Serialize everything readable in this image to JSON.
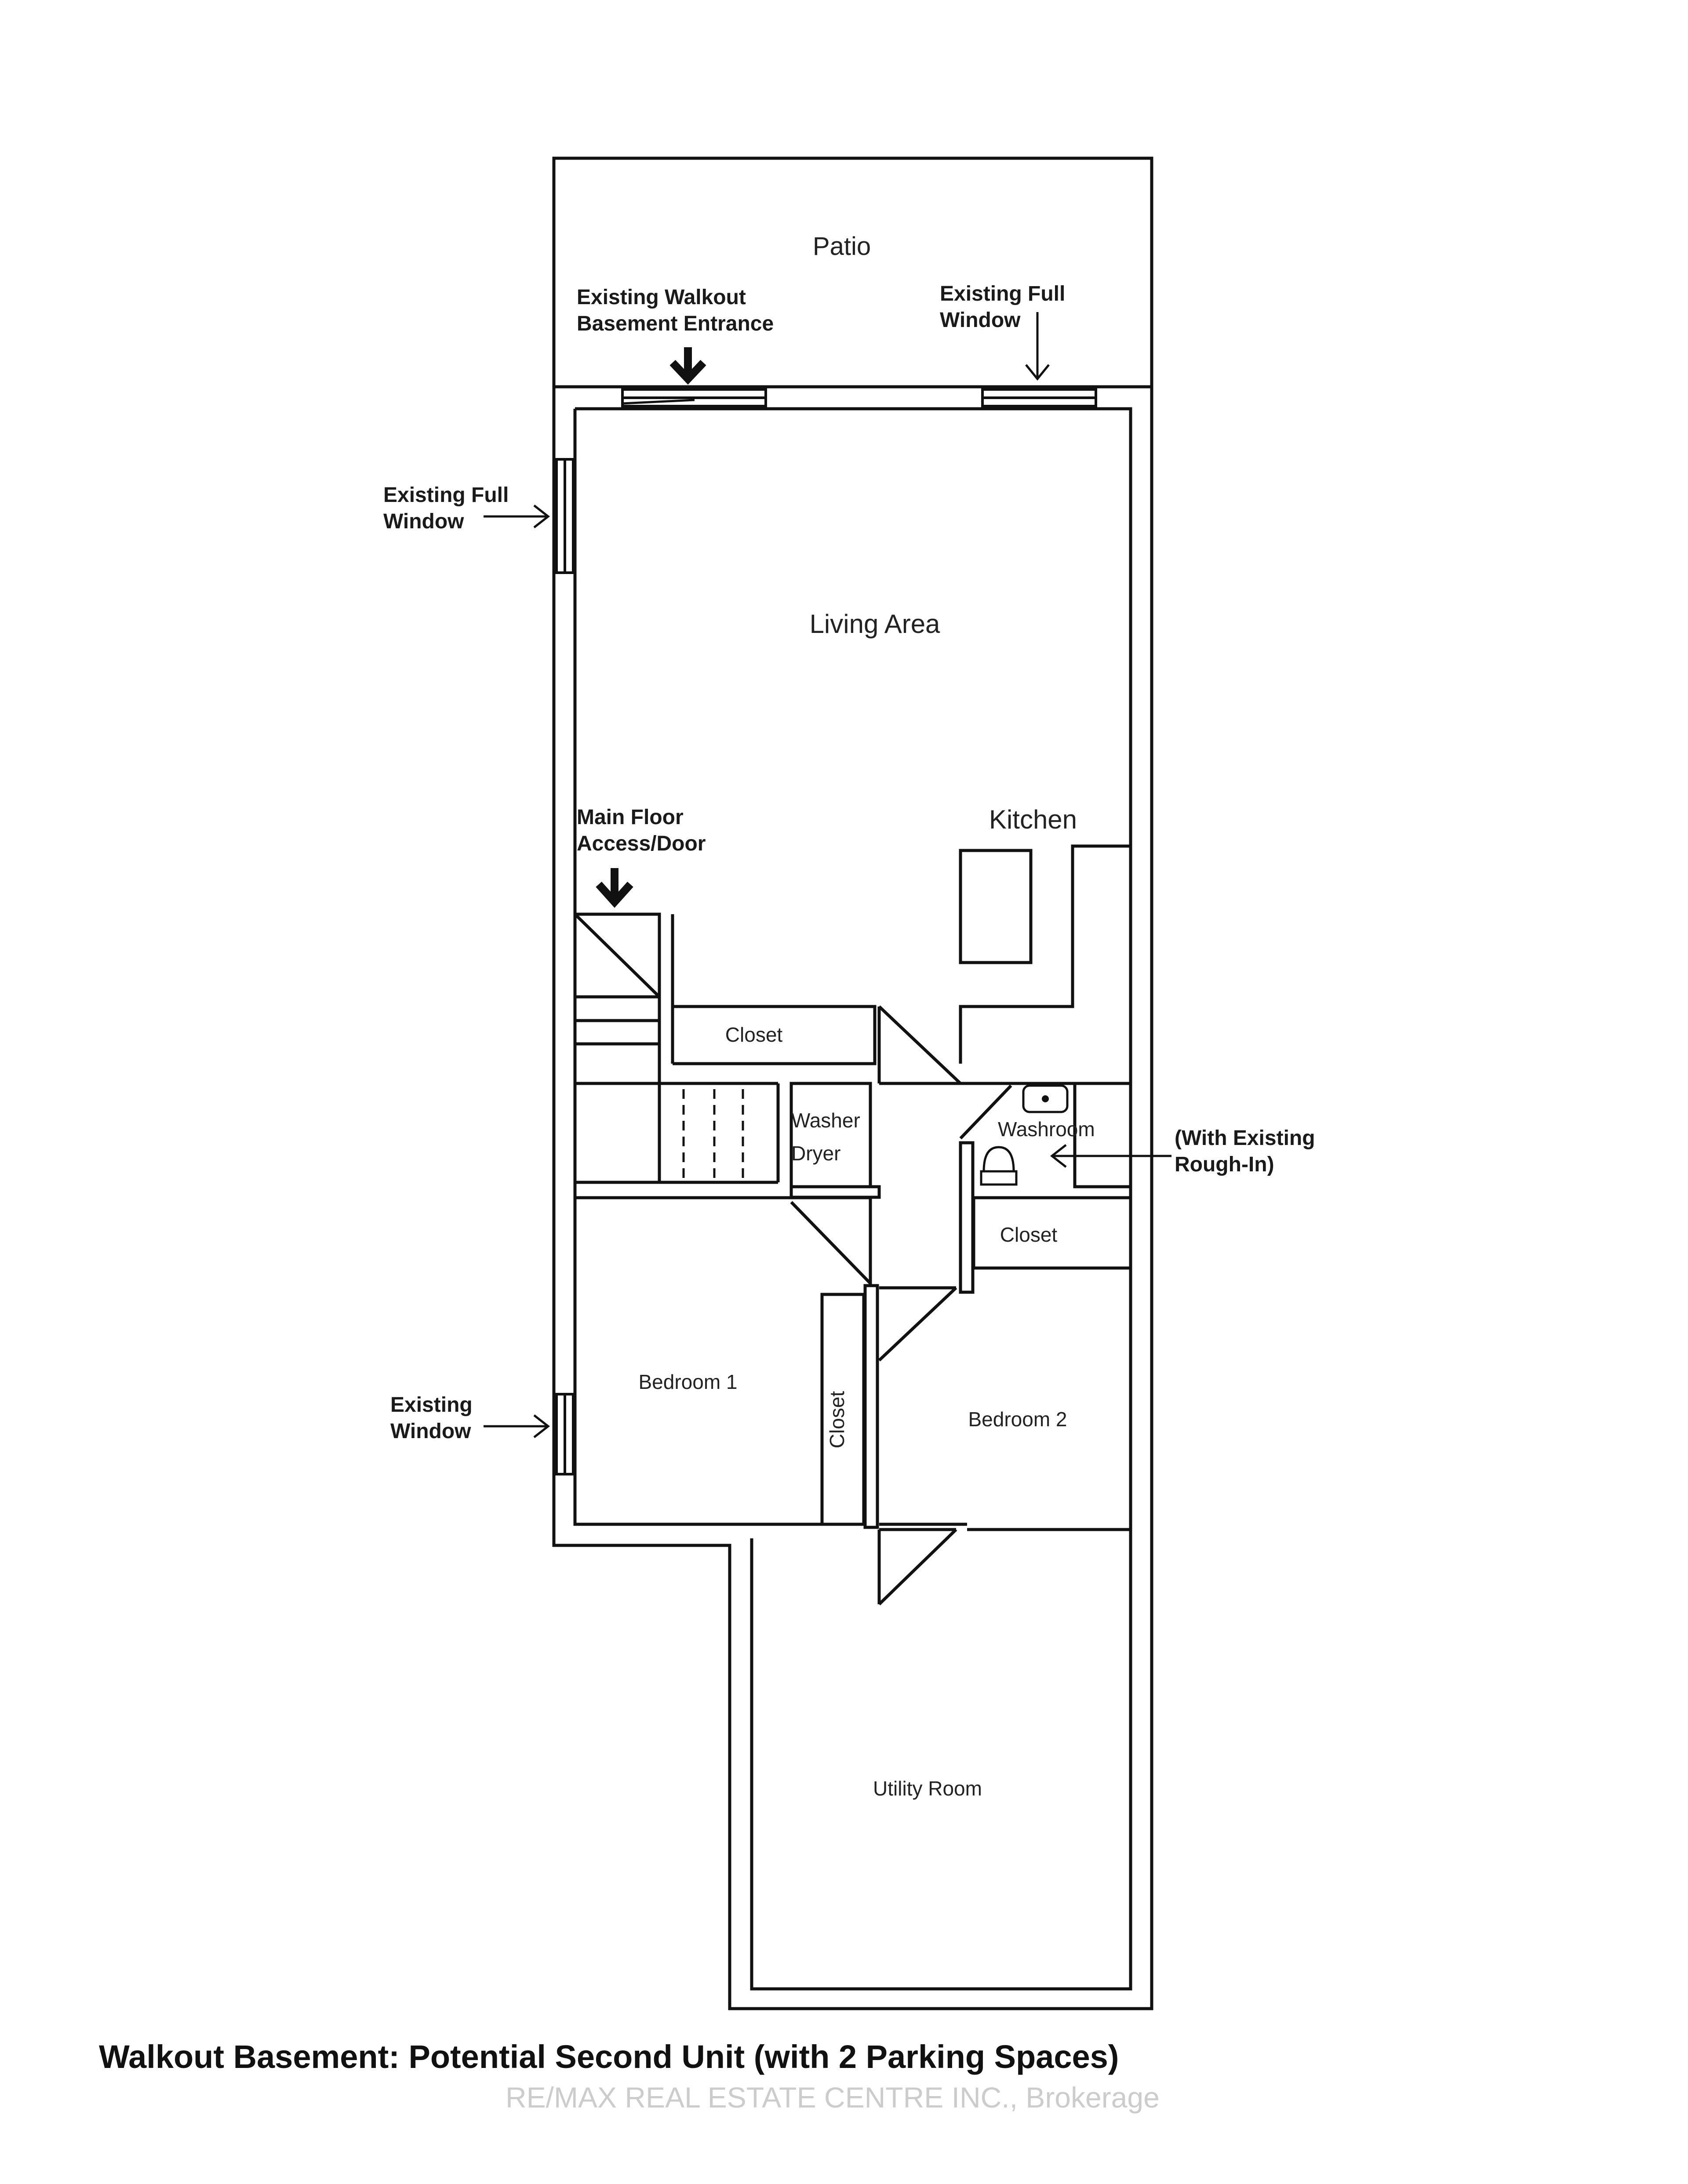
{
  "caption": "Walkout Basement: Potential Second Unit (with 2 Parking Spaces)",
  "watermark": "RE/MAX REAL ESTATE CENTRE INC., Brokerage",
  "rooms": {
    "patio": "Patio",
    "living": "Living Area",
    "kitchen": "Kitchen",
    "closet_hall": "Closet",
    "washer": "Washer",
    "dryer": "Dryer",
    "washroom": "Washroom",
    "closet_bed2": "Closet",
    "bedroom1": "Bedroom 1",
    "closet_bed1": "Closet",
    "bedroom2": "Bedroom 2",
    "utility": "Utility Room"
  },
  "notes": {
    "walkout_line1": "Existing Walkout",
    "walkout_line2": "Basement Entrance",
    "fullwin_top_line1": "Existing Full",
    "fullwin_top_line2": "Window",
    "fullwin_left_line1": "Existing Full",
    "fullwin_left_line2": "Window",
    "mainfloor_line1": "Main Floor",
    "mainfloor_line2": "Access/Door",
    "roughin_line1": "(With Existing",
    "roughin_line2": "Rough-In)",
    "window_left_line1": "Existing",
    "window_left_line2": "Window"
  }
}
